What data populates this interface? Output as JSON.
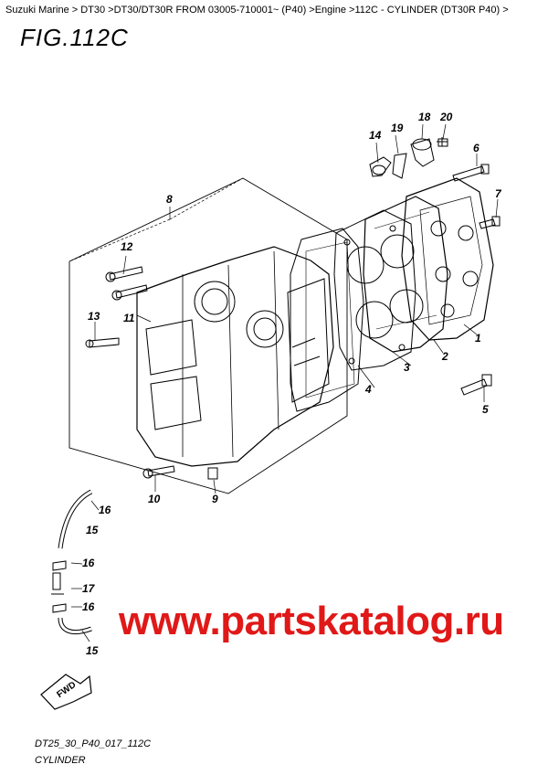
{
  "breadcrumb": "Suzuki Marine > DT30 >DT30/DT30R FROM 03005-710001~ (P40) >Engine >112C - CYLINDER (DT30R P40) >",
  "figure_title": "FIG.112C",
  "watermark": "www.partskatalog.ru",
  "fwd_label": "FWD",
  "footer": {
    "code": "DT25_30_P40_017_112C",
    "name": "CYLINDER"
  },
  "callouts": {
    "c1": "1",
    "c2": "2",
    "c3": "3",
    "c4": "4",
    "c5": "5",
    "c6": "6",
    "c7": "7",
    "c8": "8",
    "c9": "9",
    "c10": "10",
    "c11": "11",
    "c12": "12",
    "c13": "13",
    "c14": "14",
    "c15a": "15",
    "c15b": "15",
    "c16a": "16",
    "c16b": "16",
    "c16c": "16",
    "c17": "17",
    "c18": "18",
    "c19": "19",
    "c20": "20"
  },
  "colors": {
    "watermark": "#e01818",
    "line": "#000000"
  }
}
